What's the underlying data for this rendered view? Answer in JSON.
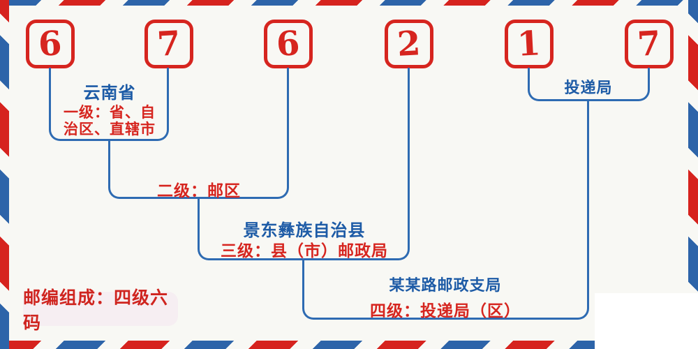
{
  "postal_code": {
    "digits": [
      "6",
      "7",
      "6",
      "2",
      "1",
      "7"
    ]
  },
  "annotations": {
    "province_name": "云南省",
    "level1_line1": "一级：省、自",
    "level1_line2": "治区、直辖市",
    "level2": "二级：邮区",
    "county_name": "景东彝族自治县",
    "level3": "三级：县（市）邮政局",
    "branch_name": "某某路邮政支局",
    "level4": "四级：投递局（区）",
    "delivery_office": "投递局"
  },
  "footer": {
    "badge": "邮编组成：四级六码"
  },
  "colors": {
    "red": "#d6251f",
    "blue_text": "#1d5ba6",
    "blue_line": "#2e6bb2",
    "background": "#f8f8f4",
    "badge_background": "#f6eef2",
    "border_red": "#d6231e",
    "border_blue": "#2d64a9",
    "white_patch": "#ffffff"
  }
}
